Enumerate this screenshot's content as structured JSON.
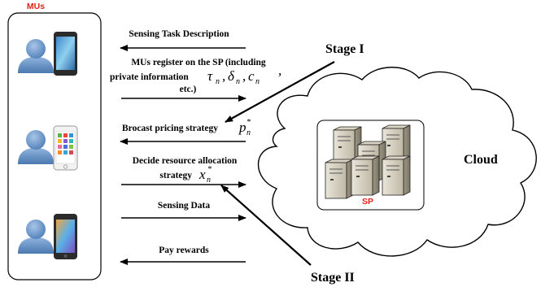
{
  "mus_title": "MUs",
  "arrows": {
    "task_description": "Sensing Task Description",
    "register_line1": "MUs register on the SP (including",
    "register_line2": "private information",
    "register_line3": "etc.)",
    "pricing": "Brocast pricing strategy",
    "allocation_line1": "Decide resource allocation",
    "allocation_line2": "strategy",
    "sensing_data": "Sensing Data",
    "pay_rewards": "Pay rewards"
  },
  "math": {
    "tau": "τ",
    "tau_sub": "n",
    "delta": "δ",
    "delta_sub": "n",
    "c": "c",
    "c_sub": "n",
    "p": "p",
    "p_sub": "n",
    "p_sup": "*",
    "x": "x",
    "x_sub": "n",
    "x_sup": "*",
    "comma": ","
  },
  "stages": {
    "stage1": "Stage I",
    "stage2": "Stage II"
  },
  "cloud_label": "Cloud",
  "sp_label": "SP",
  "colors": {
    "accent_red": "#e2231a",
    "user_blue": "#6f98c9",
    "server_gray": "#c9c3b4"
  }
}
